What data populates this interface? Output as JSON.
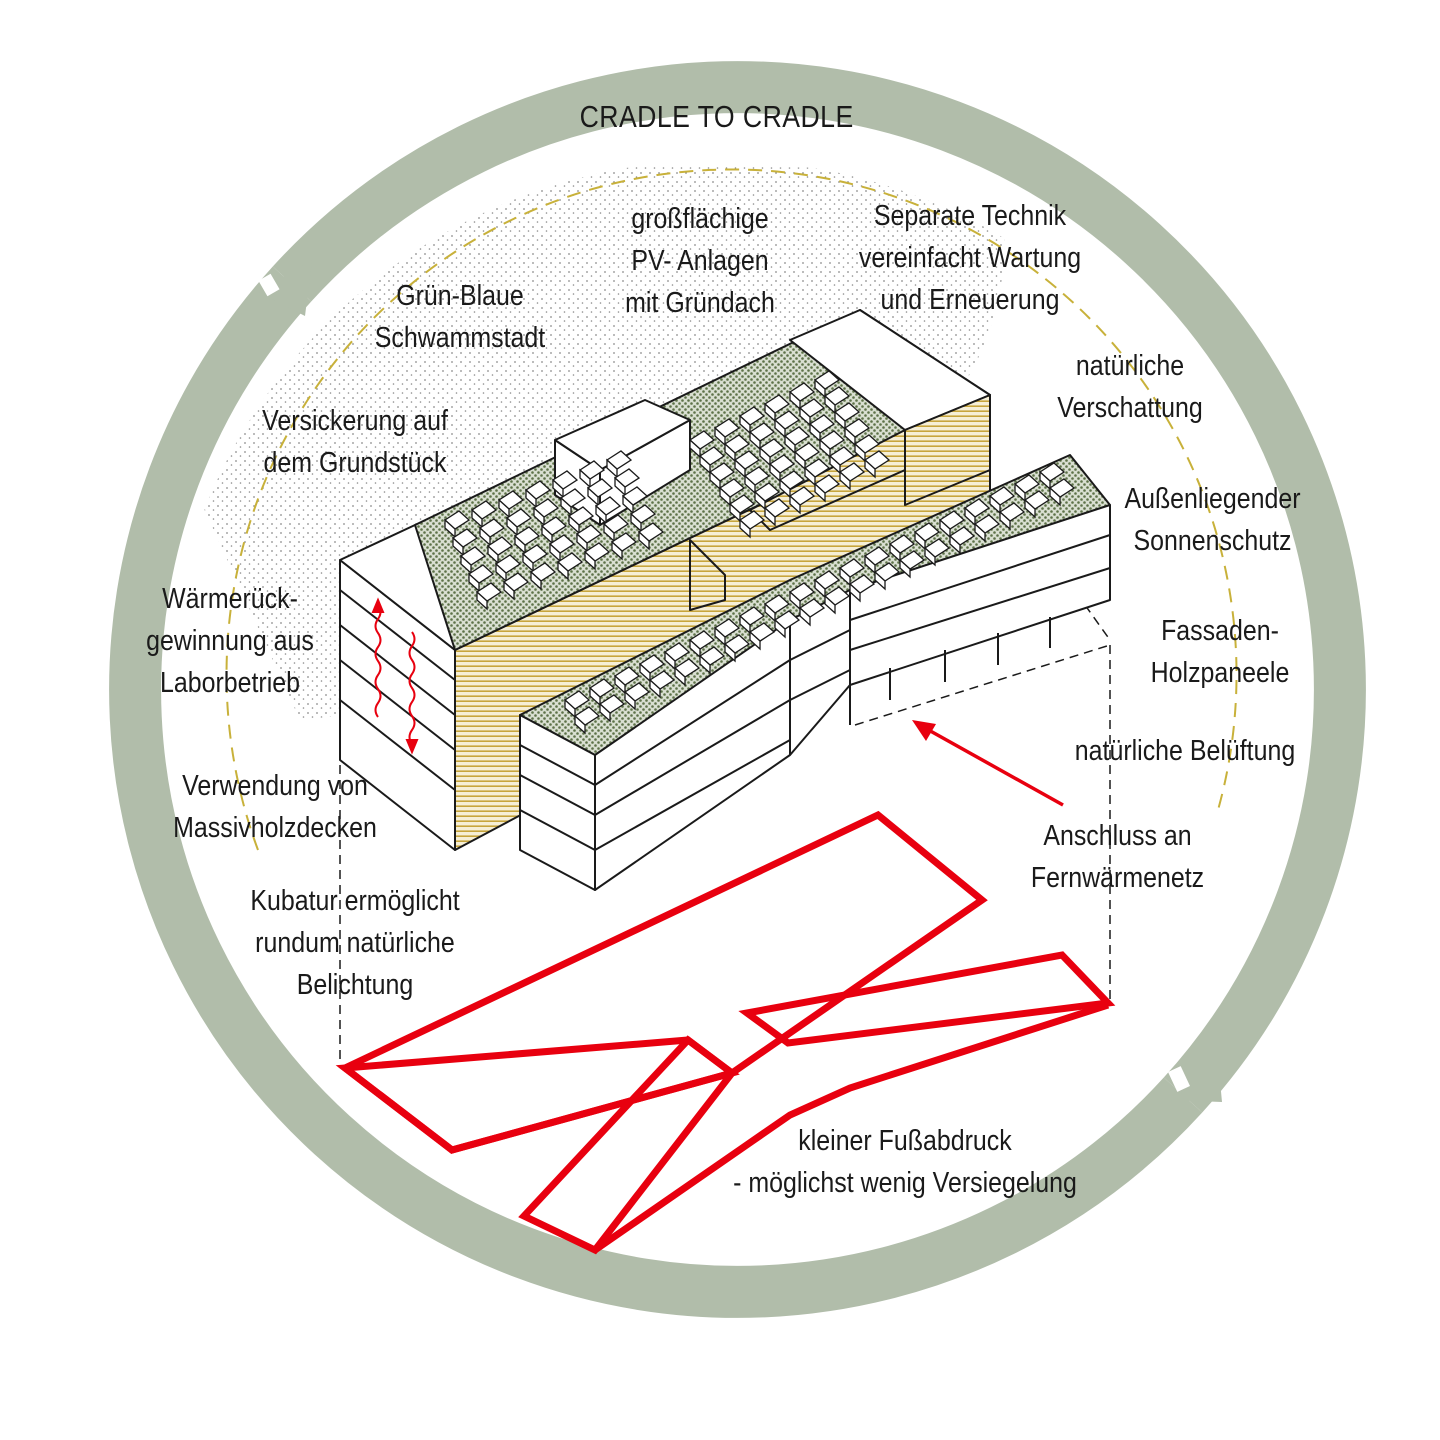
{
  "title": "CRADLE TO CRADLE",
  "labels": {
    "schwammstadt": [
      "Grün-Blaue",
      "Schwammstadt"
    ],
    "pv": [
      "großflächige",
      "PV- Anlagen",
      "mit Gründach"
    ],
    "technik": [
      "Separate Technik",
      "vereinfacht Wartung",
      "und Erneuerung"
    ],
    "verschattung": [
      "natürliche",
      "Verschattung"
    ],
    "versickerung": [
      "Versickerung auf",
      "dem Grundstück"
    ],
    "sonnenschutz": [
      "Außenliegender",
      "Sonnenschutz"
    ],
    "waerme": [
      "Wärmerück-",
      "gewinnung aus",
      "Laborbetrieb"
    ],
    "fassade": [
      "Fassaden-",
      "Holzpaneele"
    ],
    "belueftung": [
      "natürliche Belüftung"
    ],
    "massivholz": [
      "Verwendung von",
      "Massivholzdecken"
    ],
    "fernwaerme": [
      "Anschluss an",
      "Fernwärmenetz"
    ],
    "kubatur": [
      "Kubatur ermöglicht",
      "rundum natürliche",
      "Belichtung"
    ],
    "fussabdruck": [
      "kleiner Fußabdruck",
      "- möglichst wenig Versiegelung"
    ]
  },
  "colors": {
    "cycle_ring": "#b1bdaa",
    "footprint": "#e8000f",
    "arrow": "#e8000f",
    "facade_stripes": "#c7a53c",
    "roof_green": "#5d7248",
    "dots": "#8c8c8c",
    "dashed_circle": "#c8b13a",
    "outline": "#1a1a1a"
  }
}
